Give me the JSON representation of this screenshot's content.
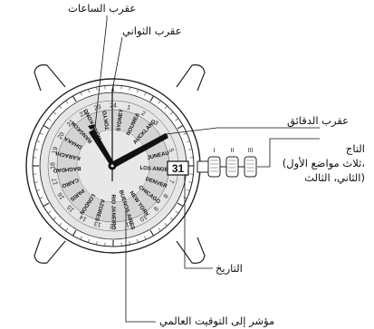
{
  "labels": {
    "hour_hand": "عقرب الساعات",
    "second_hand": "عقرب الثواني",
    "minute_hand": "عقرب الدقائق",
    "crown_line1": "التاج",
    "crown_line2": "(ثلاث مواضع الأول،",
    "crown_line3": "الثاني، الثالث)",
    "date": "التاريخ",
    "world_time": "مؤشر إلى التوقيت العالمي"
  },
  "date_value": "31",
  "crown_positions": [
    "I",
    "II",
    "III"
  ],
  "hour_ring": [
    "24",
    "1",
    "2",
    "3",
    "4",
    "5",
    "6",
    "7",
    "8",
    "9",
    "10",
    "11",
    "12",
    "13",
    "14",
    "15",
    "16",
    "17",
    "18",
    "19",
    "20",
    "21",
    "22",
    "23"
  ],
  "cities": [
    "SYDNEY",
    "NOUMEA",
    "AUCKLAND",
    "HONOLULU",
    "JUNEAU",
    "LOS ANGELES",
    "DENVER",
    "CHICAGO",
    "NEW YORK",
    "BUENOS AIRES",
    "RIO JANEIRO",
    "AZORES",
    "LONDON",
    "PARIS",
    "CAIRO",
    "BAGHDAD",
    "KARACHI",
    "DHAKA",
    "BANGKOK",
    "HONG KONG",
    "TOKYO"
  ]
}
